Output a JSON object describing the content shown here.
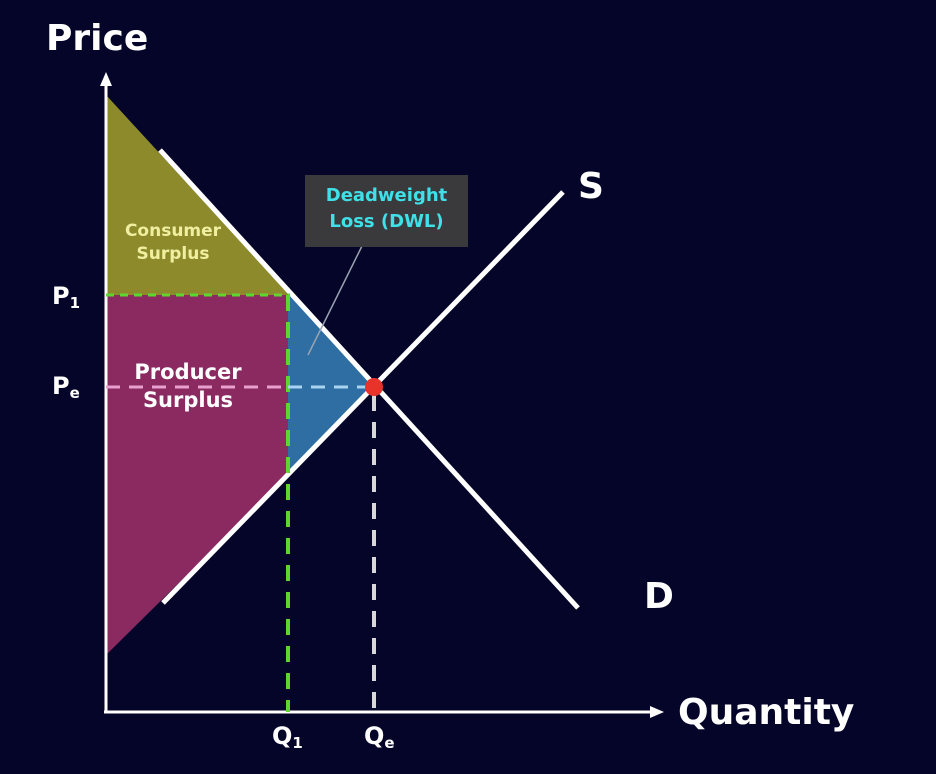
{
  "axes": {
    "y_title": "Price",
    "x_title": "Quantity"
  },
  "curves": {
    "supply": "S",
    "demand": "D"
  },
  "ticks": {
    "p1": {
      "main": "P",
      "sub": "1"
    },
    "pe": {
      "main": "P",
      "sub": "e"
    },
    "q1": {
      "main": "Q",
      "sub": "1"
    },
    "qe": {
      "main": "Q",
      "sub": "e"
    }
  },
  "areas": {
    "consumer_surplus": {
      "line1": "Consumer",
      "line2": "Surplus"
    },
    "producer_surplus": {
      "line1": "Producer",
      "line2": "Surplus"
    },
    "deadweight_loss": {
      "line1": "Deadweight",
      "line2": "Loss (DWL)"
    }
  },
  "colors": {
    "background": "#05052a",
    "consumer_surplus": "#8d8a2c",
    "producer_surplus": "#8a2a60",
    "deadweight_loss": "#2e6ea3",
    "price_floor_guides": "#5fd52f",
    "equilibrium_point": "#e8332a",
    "equilibrium_guides_price": "#e9a0d0",
    "equilibrium_guides_dwl": "#a9d4ef",
    "equilibrium_guides_qty": "#d8d8d8"
  }
}
